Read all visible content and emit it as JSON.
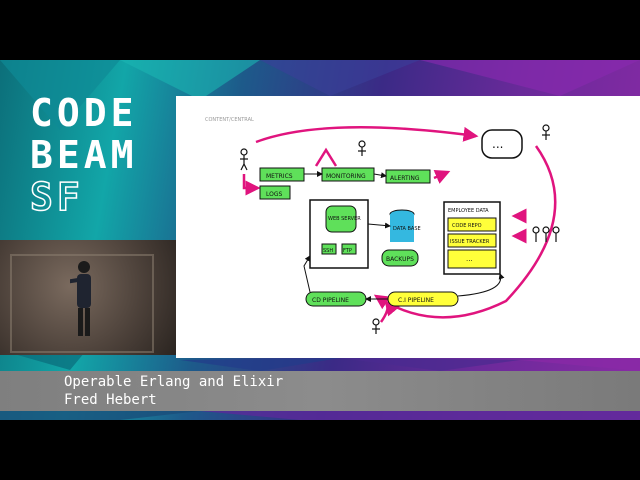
{
  "logo": {
    "line1": "CODE",
    "line2": "BEAM",
    "line3": "SF"
  },
  "slide": {
    "caption": "CONTENT/CENTRAL",
    "boxes": {
      "metrics": "METRICS",
      "logs": "LOGS",
      "monitoring": "MONITORING",
      "alerting": "ALERTING",
      "web_server": "WEB SERVER",
      "ssh": "SSH",
      "ftp": "FTP",
      "database": "DATA BASE",
      "backups": "BACKUPS",
      "employee_data": "EMPLOYEE DATA",
      "code_repo": "CODE REPO",
      "issue_tracker": "ISSUE TRACKER",
      "more": "...",
      "cd_pipeline": "CD PIPELINE",
      "ci_pipeline": "C.I PIPELINE",
      "speech": "..."
    }
  },
  "lower_third": {
    "title": "Operable Erlang and Elixir",
    "speaker": "Fred Hebert"
  },
  "colors": {
    "green": "#5fe05a",
    "yellow": "#ffff3a",
    "magenta": "#e0147e"
  }
}
